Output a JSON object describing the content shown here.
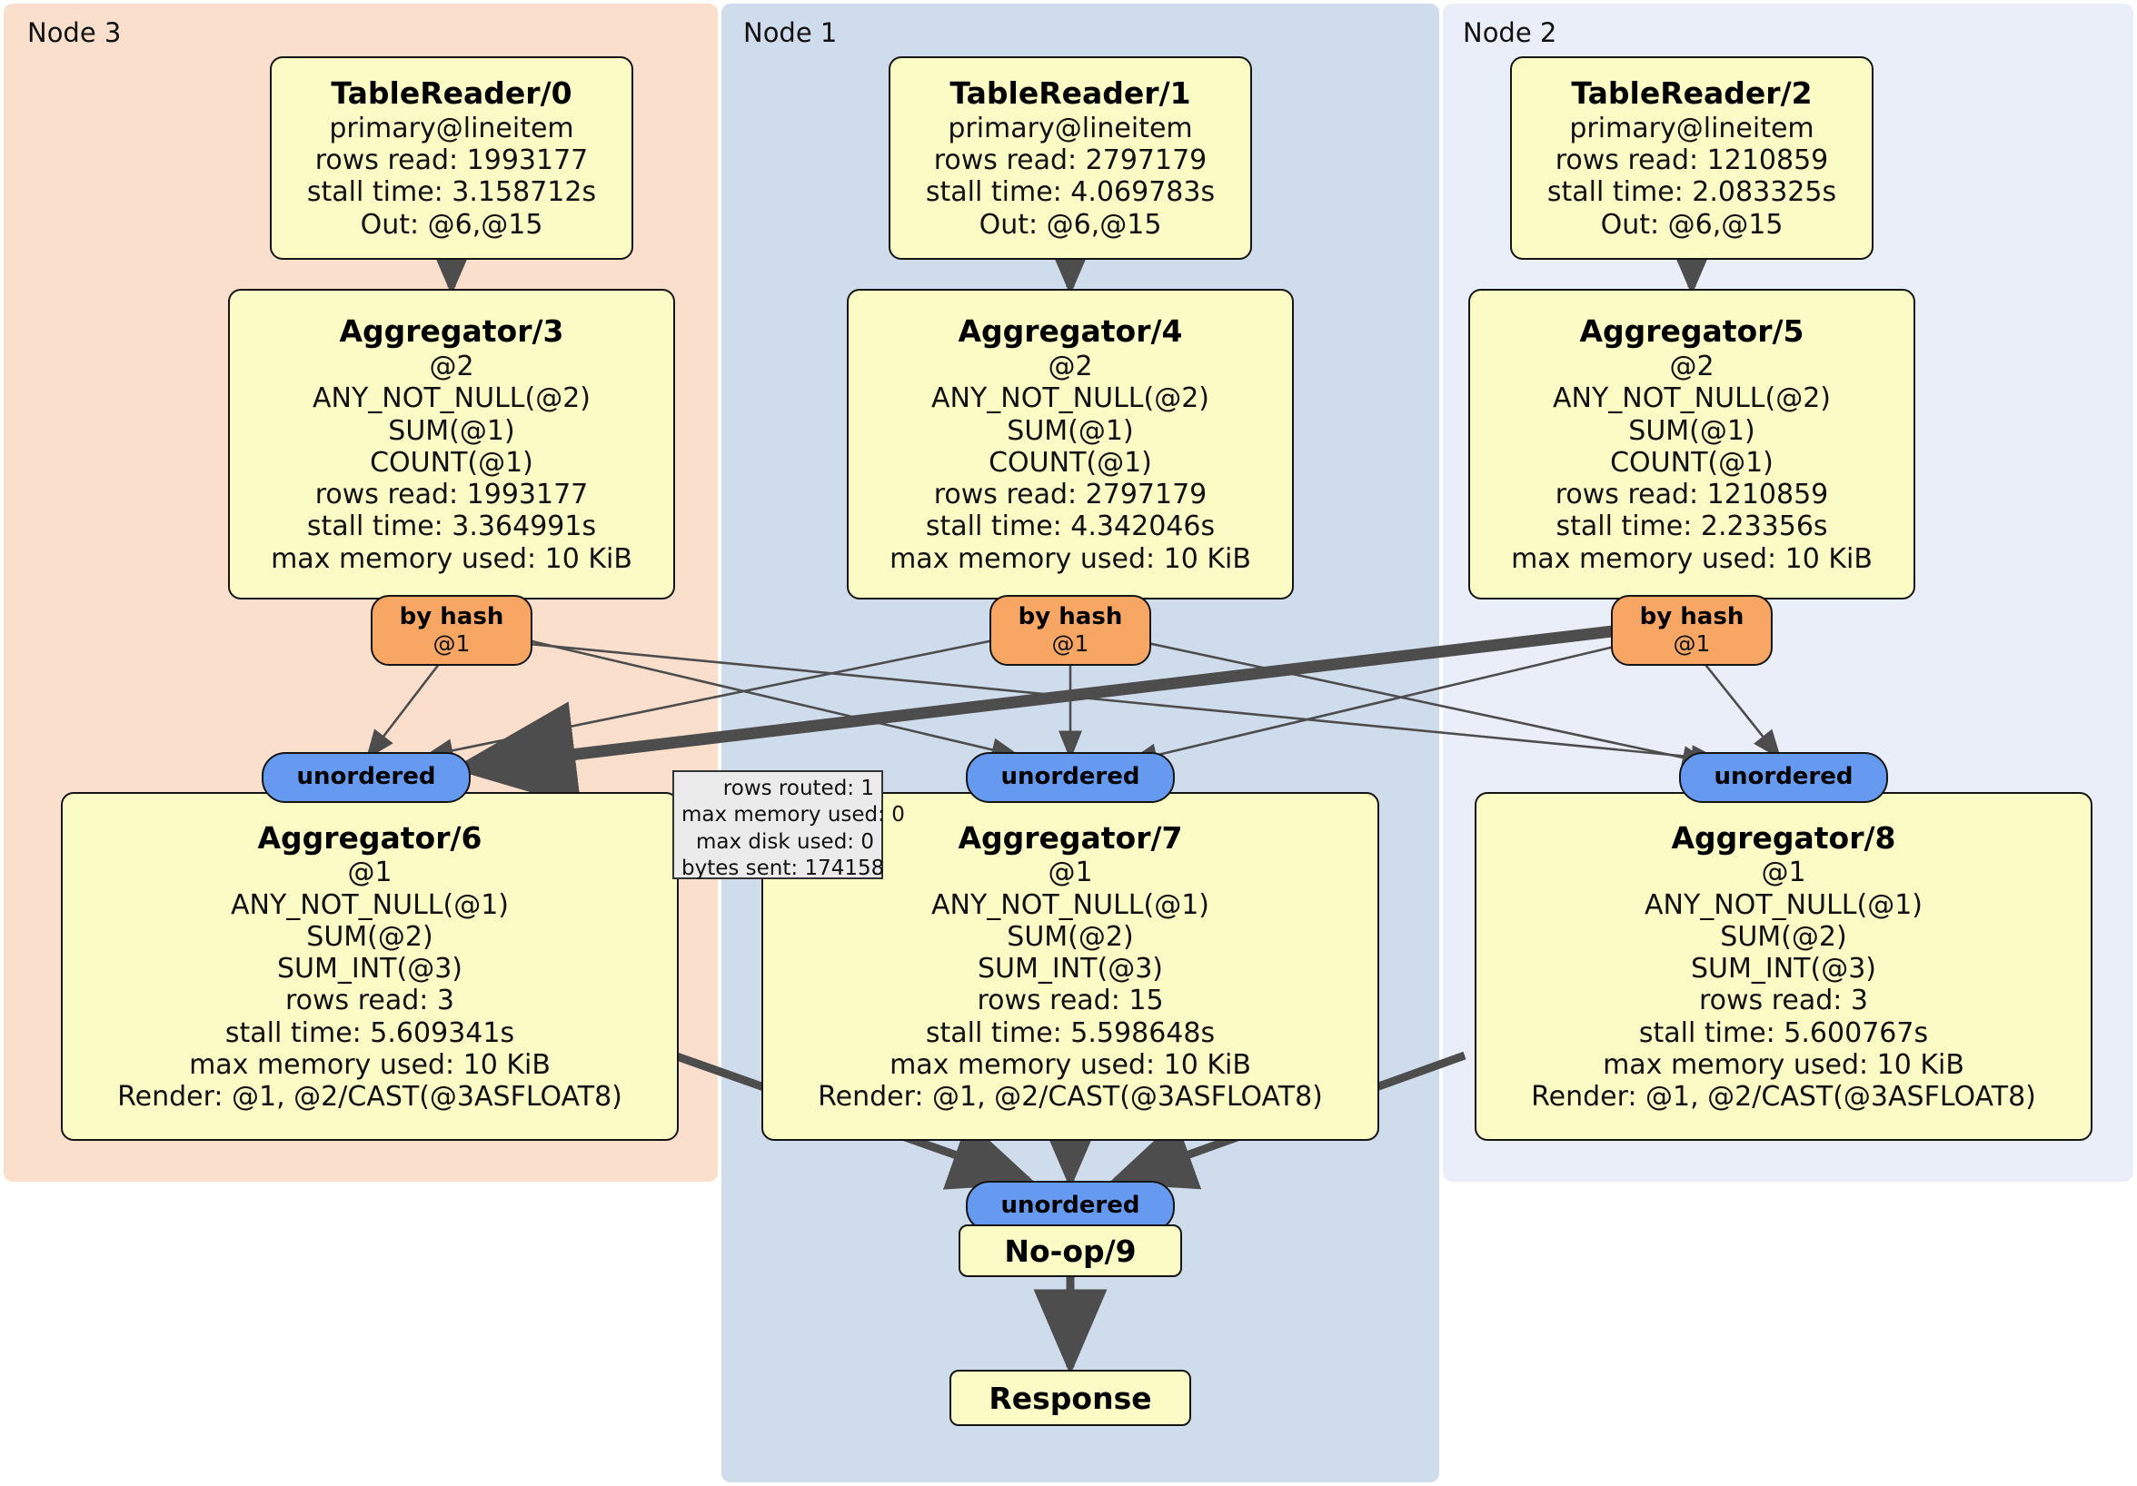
{
  "diagram": {
    "title": "Distributed query execution plan",
    "colors": {
      "node3_bg": "#fadfcd",
      "node1_bg": "#cfdcec",
      "node2_bg": "#e9eef8",
      "operator_fill": "#fbfbc6",
      "hash_router_fill": "#f7a664",
      "unordered_router_fill": "#6699f0",
      "stats_fill": "#ebebeb",
      "edge": "#4d4d4d",
      "border": "#151515"
    }
  },
  "clusters": [
    {
      "id": "node3",
      "label": "Node 3"
    },
    {
      "id": "node1",
      "label": "Node 1"
    },
    {
      "id": "node2",
      "label": "Node 2"
    }
  ],
  "operators": {
    "tablereader0": {
      "title": "TableReader/0",
      "lines": [
        "primary@lineitem",
        "rows read: 1993177",
        "stall time: 3.158712s",
        "Out: @6,@15"
      ]
    },
    "tablereader1": {
      "title": "TableReader/1",
      "lines": [
        "primary@lineitem",
        "rows read: 2797179",
        "stall time: 4.069783s",
        "Out: @6,@15"
      ]
    },
    "tablereader2": {
      "title": "TableReader/2",
      "lines": [
        "primary@lineitem",
        "rows read: 1210859",
        "stall time: 2.083325s",
        "Out: @6,@15"
      ]
    },
    "aggregator3": {
      "title": "Aggregator/3",
      "lines": [
        "@2",
        "ANY_NOT_NULL(@2)",
        "SUM(@1)",
        "COUNT(@1)",
        "rows read: 1993177",
        "stall time: 3.364991s",
        "max memory used: 10 KiB"
      ]
    },
    "aggregator4": {
      "title": "Aggregator/4",
      "lines": [
        "@2",
        "ANY_NOT_NULL(@2)",
        "SUM(@1)",
        "COUNT(@1)",
        "rows read: 2797179",
        "stall time: 4.342046s",
        "max memory used: 10 KiB"
      ]
    },
    "aggregator5": {
      "title": "Aggregator/5",
      "lines": [
        "@2",
        "ANY_NOT_NULL(@2)",
        "SUM(@1)",
        "COUNT(@1)",
        "rows read: 1210859",
        "stall time: 2.23356s",
        "max memory used: 10 KiB"
      ]
    },
    "aggregator6": {
      "title": "Aggregator/6",
      "lines": [
        "@1",
        "ANY_NOT_NULL(@1)",
        "SUM(@2)",
        "SUM_INT(@3)",
        "rows read: 3",
        "stall time: 5.609341s",
        "max memory used: 10 KiB",
        "Render: @1, @2/CAST(@3ASFLOAT8)"
      ]
    },
    "aggregator7": {
      "title": "Aggregator/7",
      "lines": [
        "@1",
        "ANY_NOT_NULL(@1)",
        "SUM(@2)",
        "SUM_INT(@3)",
        "rows read: 15",
        "stall time: 5.598648s",
        "max memory used: 10 KiB",
        "Render: @1, @2/CAST(@3ASFLOAT8)"
      ]
    },
    "aggregator8": {
      "title": "Aggregator/8",
      "lines": [
        "@1",
        "ANY_NOT_NULL(@1)",
        "SUM(@2)",
        "SUM_INT(@3)",
        "rows read: 3",
        "stall time: 5.600767s",
        "max memory used: 10 KiB",
        "Render: @1, @2/CAST(@3ASFLOAT8)"
      ]
    },
    "noop9": {
      "title": "No-op/9",
      "lines": []
    },
    "response": {
      "title": "Response",
      "lines": []
    }
  },
  "routers": {
    "byhash_left": {
      "label": "by hash",
      "sublabel": "@1"
    },
    "byhash_mid": {
      "label": "by hash",
      "sublabel": "@1"
    },
    "byhash_right": {
      "label": "by hash",
      "sublabel": "@1"
    },
    "unordered_left": {
      "label": "unordered"
    },
    "unordered_mid": {
      "label": "unordered"
    },
    "unordered_right": {
      "label": "unordered"
    },
    "unordered_final": {
      "label": "unordered"
    }
  },
  "stats_tooltip": {
    "lines": [
      "rows routed: 1",
      "max memory used: 0",
      "max disk used: 0",
      "bytes sent: 174158"
    ]
  }
}
